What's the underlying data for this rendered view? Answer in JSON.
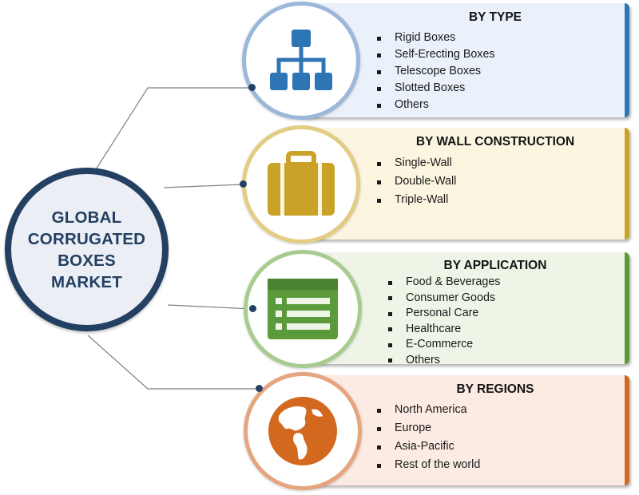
{
  "hub": {
    "title": "GLOBAL\nCORRUGATED\nBOXES\nMARKET"
  },
  "segments": [
    {
      "title": "BY TYPE",
      "icon": "hierarchy-icon",
      "colors": {
        "accent": "#2e75b6",
        "panel": "#eaf1fa",
        "ring": "#9bb7d9"
      },
      "items": [
        "Rigid Boxes",
        "Self-Erecting Boxes",
        "Telescope Boxes",
        "Slotted Boxes",
        "Others"
      ]
    },
    {
      "title": "BY WALL CONSTRUCTION",
      "icon": "briefcase-icon",
      "colors": {
        "accent": "#c9a227",
        "panel": "#fcf6e1",
        "ring": "#e3cc84"
      },
      "items": [
        "Single-Wall",
        "Double-Wall",
        "Triple-Wall"
      ]
    },
    {
      "title": "BY APPLICATION",
      "icon": "list-icon",
      "colors": {
        "accent": "#5a9a3b",
        "panel": "#eef5e7",
        "ring": "#a8cc8f"
      },
      "items": [
        "Food & Beverages",
        "Consumer Goods",
        "Personal Care",
        "Healthcare",
        "E-Commerce",
        "Others"
      ]
    },
    {
      "title": "BY REGIONS",
      "icon": "globe-icon",
      "colors": {
        "accent": "#d2691e",
        "panel": "#fbebe2",
        "ring": "#e6a57e"
      },
      "items": [
        "North America",
        "Europe",
        "Asia-Pacific",
        "Rest of the world"
      ]
    }
  ]
}
